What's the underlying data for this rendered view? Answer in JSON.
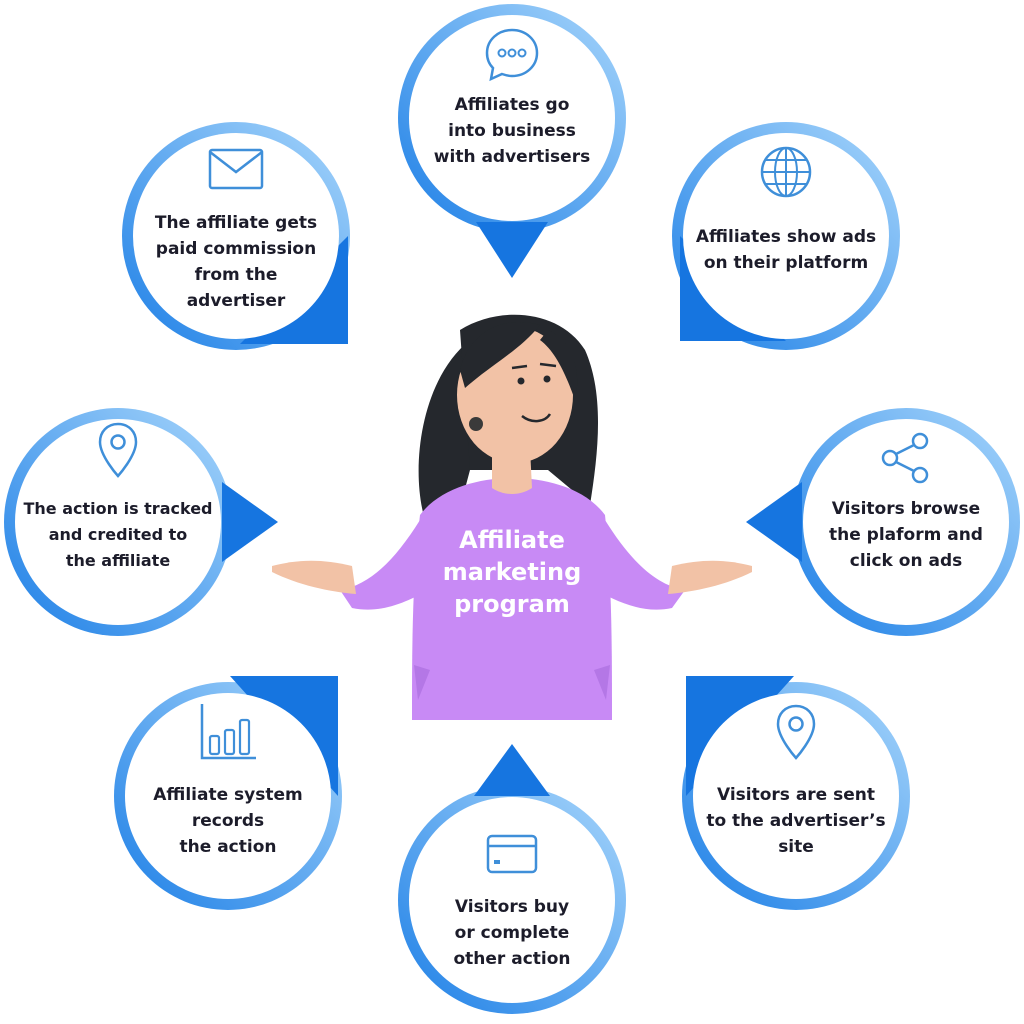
{
  "center": {
    "title": "Affiliate\nmarketing\nprogram"
  },
  "colors": {
    "ring_light": "#a8d6fb",
    "ring_dark": "#1d7fe6",
    "pointer": "#1675e0",
    "icon": "#3f8fd9",
    "text": "#1c1c2a",
    "sweater": "#c88af5",
    "hair": "#25282d",
    "skin": "#f2c2a6"
  },
  "steps": [
    {
      "label": "Affiliates go\ninto business\nwith advertisers",
      "icon": "chat-bubble-icon"
    },
    {
      "label": "Affiliates show ads\non their platform",
      "icon": "globe-icon"
    },
    {
      "label": "Visitors browse\nthe plaform and\nclick on ads",
      "icon": "share-icon"
    },
    {
      "label": "Visitors are sent\nto the advertiser’s\nsite",
      "icon": "location-pin-icon"
    },
    {
      "label": "Visitors buy\nor complete\nother action",
      "icon": "credit-card-icon"
    },
    {
      "label": "Affiliate system\nrecords\nthe action",
      "icon": "bar-chart-icon"
    },
    {
      "label": "The action is tracked\nand credited to\nthe affiliate",
      "icon": "location-pin-icon"
    },
    {
      "label": "The affiliate gets\npaid commission\nfrom the advertiser",
      "icon": "envelope-icon"
    }
  ]
}
